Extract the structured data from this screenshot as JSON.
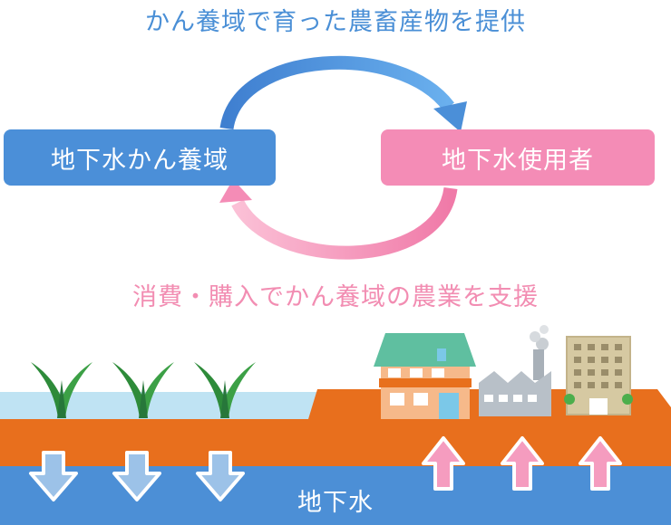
{
  "diagram": {
    "top_caption": "かん養域で育った農畜産物を提供",
    "bottom_caption": "消費・購入でかん養域の農業を支援",
    "left_box_label": "地下水かん養域",
    "right_box_label": "地下水使用者",
    "groundwater_label": "地下水"
  },
  "colors": {
    "blue": "#4b8fd8",
    "pink": "#f48cb6",
    "soil": "#e86f1d",
    "groundwater": "#4c8fd6",
    "paddy_water": "#bfe3f3",
    "plant": "#2e8b3a",
    "down_arrow": "#9cc2e8"
  },
  "icons": [
    "rice-plant-icon",
    "house-icon",
    "factory-icon",
    "building-icon",
    "down-arrow-icon",
    "up-arrow-icon"
  ]
}
